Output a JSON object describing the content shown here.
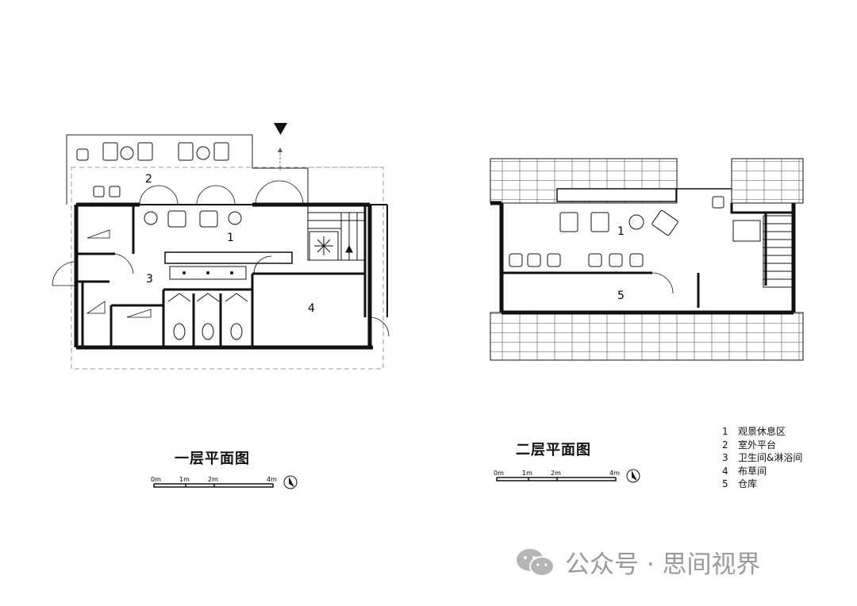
{
  "floor1": {
    "title": "一层平面图",
    "room_numbers": [
      "1",
      "2",
      "3",
      "4"
    ],
    "scale": {
      "ticks": [
        "0m",
        "1m",
        "2m",
        "4m"
      ]
    }
  },
  "floor2": {
    "title": "二层平面图",
    "room_numbers": [
      "1",
      "5"
    ],
    "scale": {
      "ticks": [
        "0m",
        "1m",
        "2m",
        "4m"
      ]
    }
  },
  "legend": [
    {
      "num": "1",
      "label": "观景休息区"
    },
    {
      "num": "2",
      "label": "室外平台"
    },
    {
      "num": "3",
      "label": "卫生间&淋浴间"
    },
    {
      "num": "4",
      "label": "布草间"
    },
    {
      "num": "5",
      "label": "仓库"
    }
  ],
  "watermark": {
    "text": "公众号 · 思间视界",
    "icon": "wechat-icon"
  }
}
